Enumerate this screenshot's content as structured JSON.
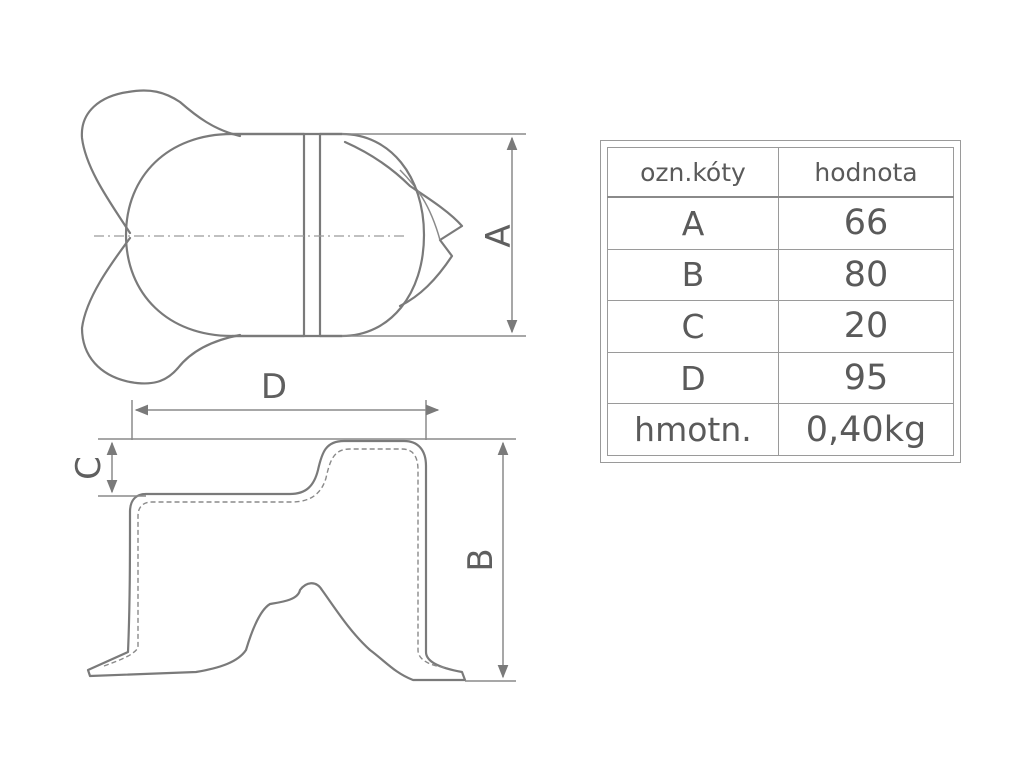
{
  "dimension_labels": {
    "a": "A",
    "b": "B",
    "c": "C",
    "d": "D"
  },
  "table": {
    "headers": [
      "ozn.kóty",
      "hodnota"
    ],
    "rows": [
      {
        "key": "A",
        "value": "66"
      },
      {
        "key": "B",
        "value": "80"
      },
      {
        "key": "C",
        "value": "20"
      },
      {
        "key": "D",
        "value": "95"
      },
      {
        "key": "hmotn.",
        "value": "0,40kg"
      }
    ]
  },
  "colors": {
    "stroke": "#7a7a7a",
    "text": "#5a5a5a",
    "background": "#ffffff"
  }
}
